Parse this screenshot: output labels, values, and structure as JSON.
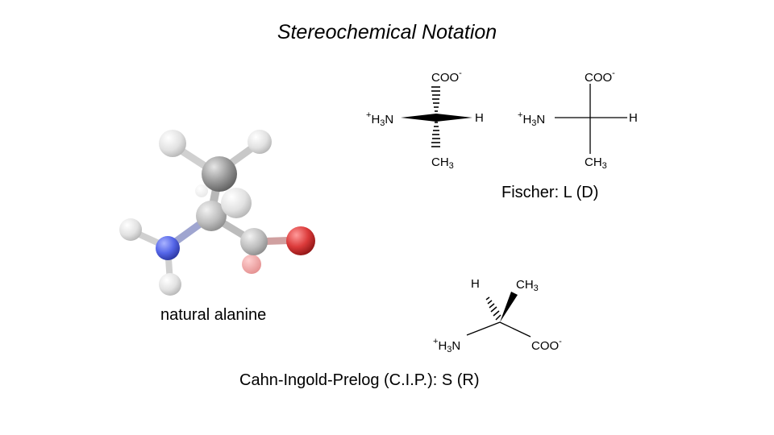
{
  "title": "Stereochemical Notation",
  "captions": {
    "fischer": "Fischer:   L  (D)",
    "model": "natural alanine",
    "cip": "Cahn-Ingold-Prelog (C.I.P.):  S  (R)"
  },
  "labels": {
    "coo_main": "COO",
    "coo_charge": "-",
    "h": "H",
    "plus": "+",
    "h3n_h": "H",
    "h3n_sub": "3",
    "h3n_n": "N",
    "ch3_c": "CH",
    "ch3_sub": "3"
  },
  "colors": {
    "carbon": "#8a8a8a",
    "hydrogen": "#e6e6e6",
    "nitrogen": "#4b5fe0",
    "oxygen": "#d33434"
  }
}
